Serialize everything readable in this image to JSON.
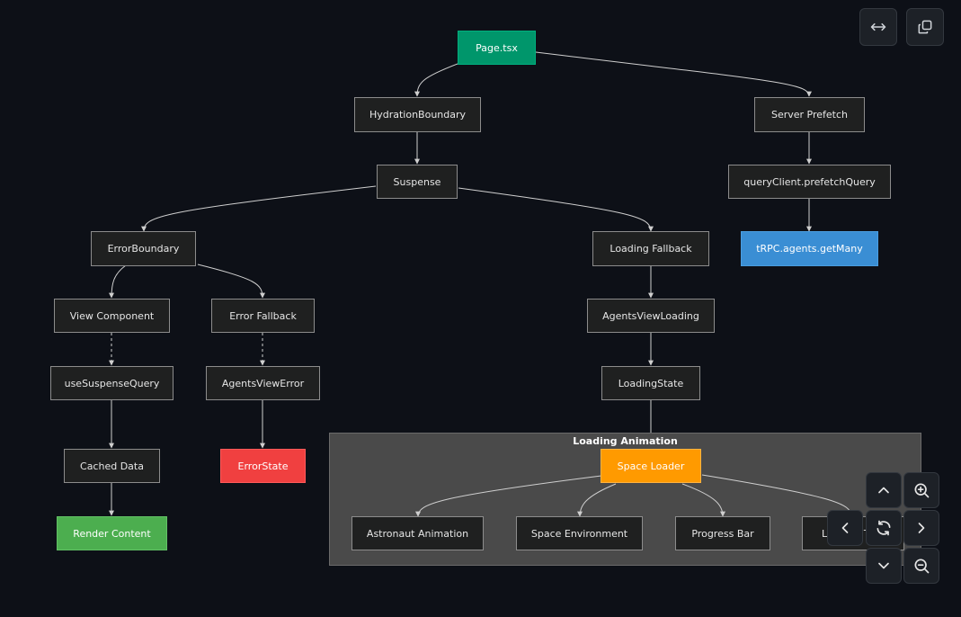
{
  "diagram": {
    "cluster": {
      "title": "Loading Animation",
      "fill": "#4a4a4a"
    },
    "nodes": {
      "page": {
        "label": "Page.tsx",
        "fill": "#00966b"
      },
      "hydration": {
        "label": "HydrationBoundary"
      },
      "server_prefetch": {
        "label": "Server Prefetch"
      },
      "suspense": {
        "label": "Suspense"
      },
      "prefetch_query": {
        "label": "queryClient.prefetchQuery"
      },
      "trpc": {
        "label": "tRPC.agents.getMany",
        "fill": "#3a8ed4"
      },
      "error_boundary": {
        "label": "ErrorBoundary"
      },
      "loading_fallback": {
        "label": "Loading Fallback"
      },
      "view_component": {
        "label": "View Component"
      },
      "error_fallback": {
        "label": "Error Fallback"
      },
      "agents_view_loading": {
        "label": "AgentsViewLoading"
      },
      "use_suspense_query": {
        "label": "useSuspenseQuery"
      },
      "agents_view_error": {
        "label": "AgentsViewError"
      },
      "loading_state": {
        "label": "LoadingState"
      },
      "cached_data": {
        "label": "Cached Data"
      },
      "error_state": {
        "label": "ErrorState",
        "fill": "#f04040"
      },
      "space_loader": {
        "label": "Space Loader",
        "fill": "#ff9a00"
      },
      "render_content": {
        "label": "Render Content",
        "fill": "#4cae4f"
      },
      "astronaut": {
        "label": "Astronaut Animation"
      },
      "space_env": {
        "label": "Space Environment"
      },
      "progress_bar": {
        "label": "Progress Bar"
      },
      "loading_text": {
        "label": "Loading Text"
      }
    },
    "edges": [
      {
        "from": "Page.tsx",
        "to": "HydrationBoundary",
        "style": "solid"
      },
      {
        "from": "Page.tsx",
        "to": "Server Prefetch",
        "style": "solid"
      },
      {
        "from": "HydrationBoundary",
        "to": "Suspense",
        "style": "solid"
      },
      {
        "from": "Server Prefetch",
        "to": "queryClient.prefetchQuery",
        "style": "solid"
      },
      {
        "from": "queryClient.prefetchQuery",
        "to": "tRPC.agents.getMany",
        "style": "solid"
      },
      {
        "from": "Suspense",
        "to": "ErrorBoundary",
        "style": "solid"
      },
      {
        "from": "Suspense",
        "to": "Loading Fallback",
        "style": "solid"
      },
      {
        "from": "ErrorBoundary",
        "to": "View Component",
        "style": "solid"
      },
      {
        "from": "ErrorBoundary",
        "to": "Error Fallback",
        "style": "solid"
      },
      {
        "from": "Loading Fallback",
        "to": "AgentsViewLoading",
        "style": "solid"
      },
      {
        "from": "View Component",
        "to": "useSuspenseQuery",
        "style": "dashed"
      },
      {
        "from": "Error Fallback",
        "to": "AgentsViewError",
        "style": "dashed"
      },
      {
        "from": "AgentsViewLoading",
        "to": "LoadingState",
        "style": "solid"
      },
      {
        "from": "useSuspenseQuery",
        "to": "Cached Data",
        "style": "solid"
      },
      {
        "from": "AgentsViewError",
        "to": "ErrorState",
        "style": "solid"
      },
      {
        "from": "LoadingState",
        "to": "Space Loader",
        "style": "solid"
      },
      {
        "from": "Cached Data",
        "to": "Render Content",
        "style": "solid"
      },
      {
        "from": "Space Loader",
        "to": "Astronaut Animation",
        "style": "solid"
      },
      {
        "from": "Space Loader",
        "to": "Space Environment",
        "style": "solid"
      },
      {
        "from": "Space Loader",
        "to": "Progress Bar",
        "style": "solid"
      },
      {
        "from": "Space Loader",
        "to": "Loading Text",
        "style": "solid"
      }
    ],
    "edge_color": "#cfcfcf"
  },
  "controls": {
    "fit_width": "arrows-horizontal-icon",
    "copy": "copy-icon",
    "pan_up": "chevron-up-icon",
    "pan_down": "chevron-down-icon",
    "pan_left": "chevron-left-icon",
    "pan_right": "chevron-right-icon",
    "reset": "refresh-icon",
    "zoom_in": "zoom-in-icon",
    "zoom_out": "zoom-out-icon"
  }
}
